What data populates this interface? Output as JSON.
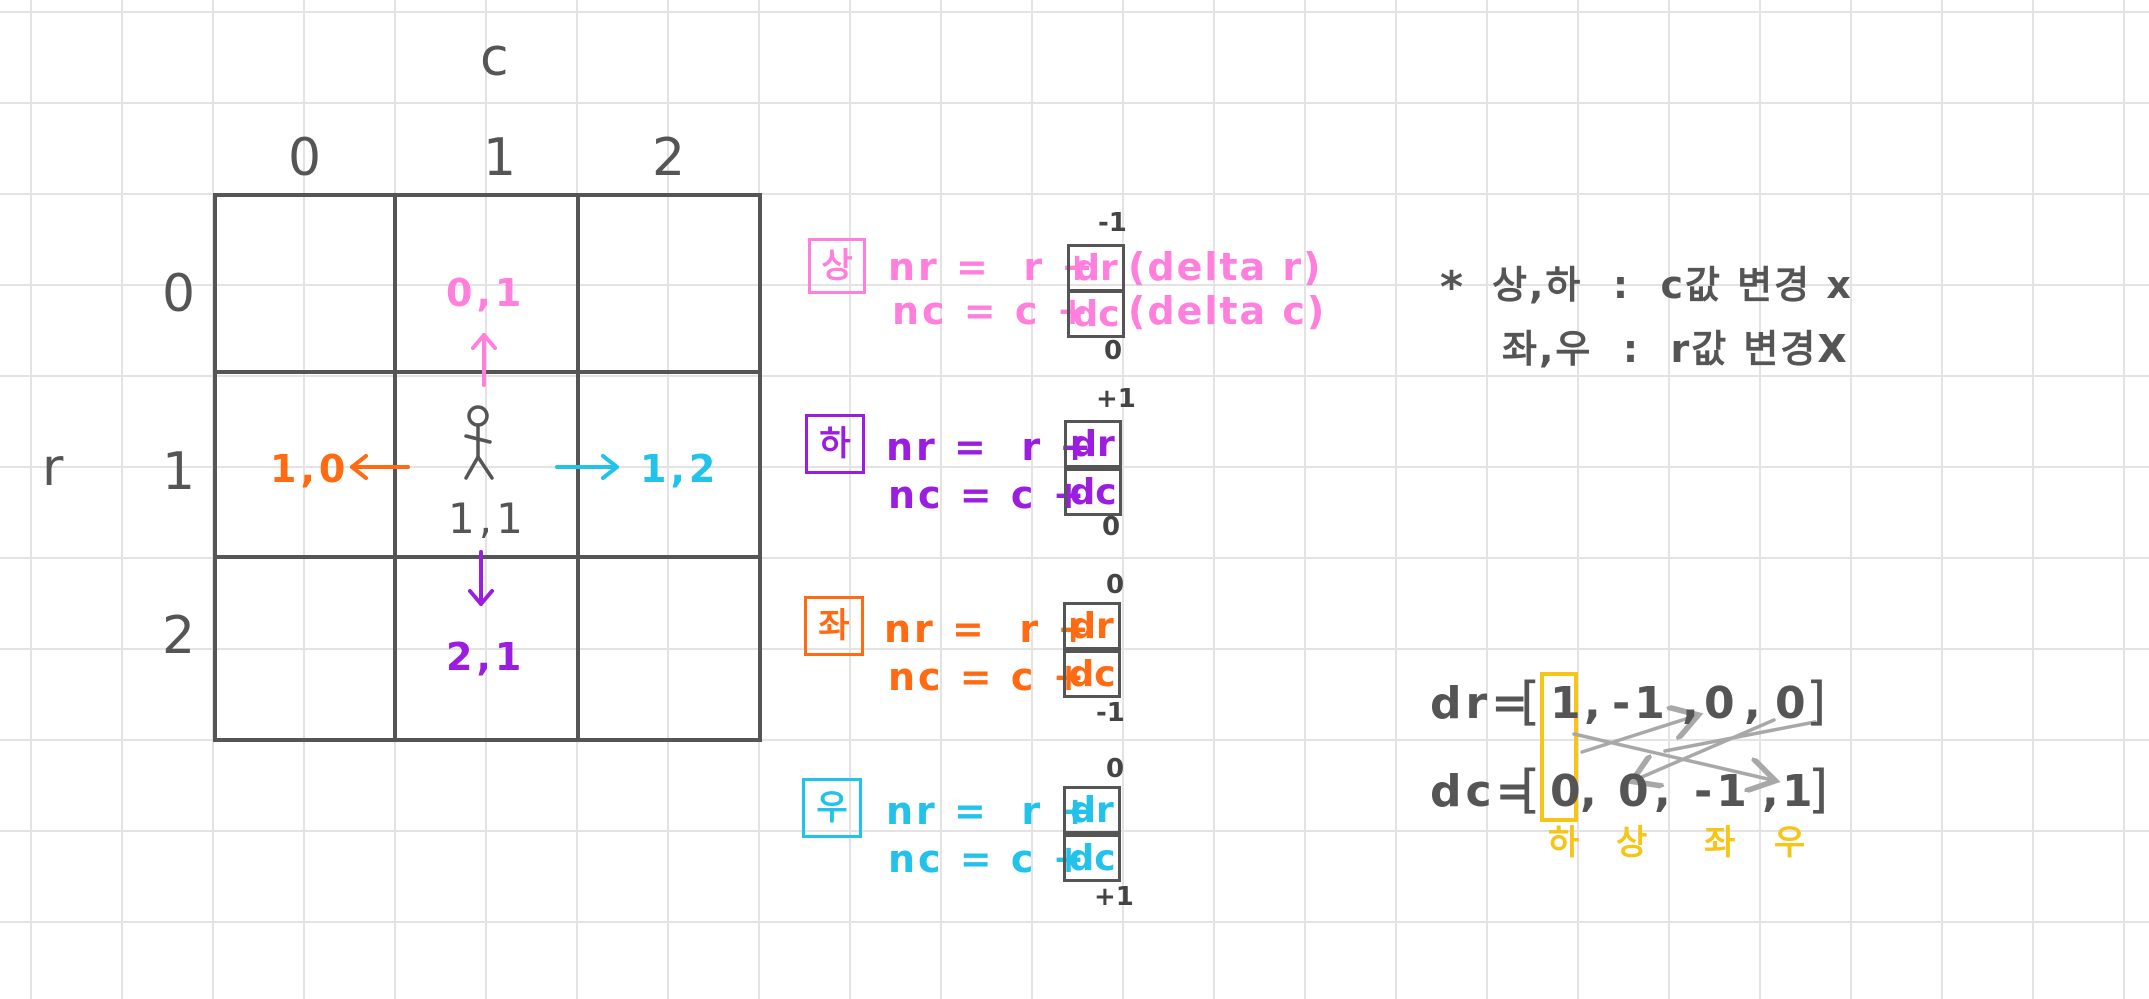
{
  "colors": {
    "up": "#ff7fdd",
    "down": "#9b1ee0",
    "left": "#ff6a13",
    "right": "#22c2ea",
    "ink": "#555555",
    "highlight": "#f5c518",
    "grid": "#e3e3e3",
    "crossArrows": "#a8a8a8"
  },
  "axes": {
    "col_axis": "c",
    "row_axis": "r",
    "col_indices": [
      "0",
      "1",
      "2"
    ],
    "row_indices": [
      "0",
      "1",
      "2"
    ]
  },
  "grid_cells": {
    "up": "0,1",
    "left": "1,0",
    "center": "1,1",
    "right": "1,2",
    "down": "2,1"
  },
  "directions": [
    {
      "key": "up",
      "tag": "상",
      "nr_eq": "nr =  r +",
      "nc_eq": "nc = c +",
      "dr": "dr",
      "dc": "dc",
      "dr_note": "(delta r)",
      "dc_note": "(delta c)",
      "dr_value": "-1",
      "dc_value": "0"
    },
    {
      "key": "down",
      "tag": "하",
      "nr_eq": "nr =  r +",
      "nc_eq": "nc = c +",
      "dr": "dr",
      "dc": "dc",
      "dr_value": "+1",
      "dc_value": "0"
    },
    {
      "key": "left",
      "tag": "좌",
      "nr_eq": "nr =  r +",
      "nc_eq": "nc = c +",
      "dr": "dr",
      "dc": "dc",
      "dr_value": "0",
      "dc_value": "-1"
    },
    {
      "key": "right",
      "tag": "우",
      "nr_eq": "nr =  r +",
      "nc_eq": "nc = c +",
      "dr": "dr",
      "dc": "dc",
      "dr_value": "0",
      "dc_value": "+1"
    }
  ],
  "notes": {
    "line1_star": "*",
    "line1": "상,하  :  c값 변경 x",
    "line2": "좌,우  :  r값 변경X"
  },
  "arrays": {
    "dr_label": "dr=",
    "dc_label": "dc=",
    "dr_values": [
      "1",
      "-1",
      "0",
      "0"
    ],
    "dc_values": [
      "0",
      "0",
      "-1",
      "1"
    ],
    "dir_labels": [
      "하",
      "상",
      "좌",
      "우"
    ]
  }
}
